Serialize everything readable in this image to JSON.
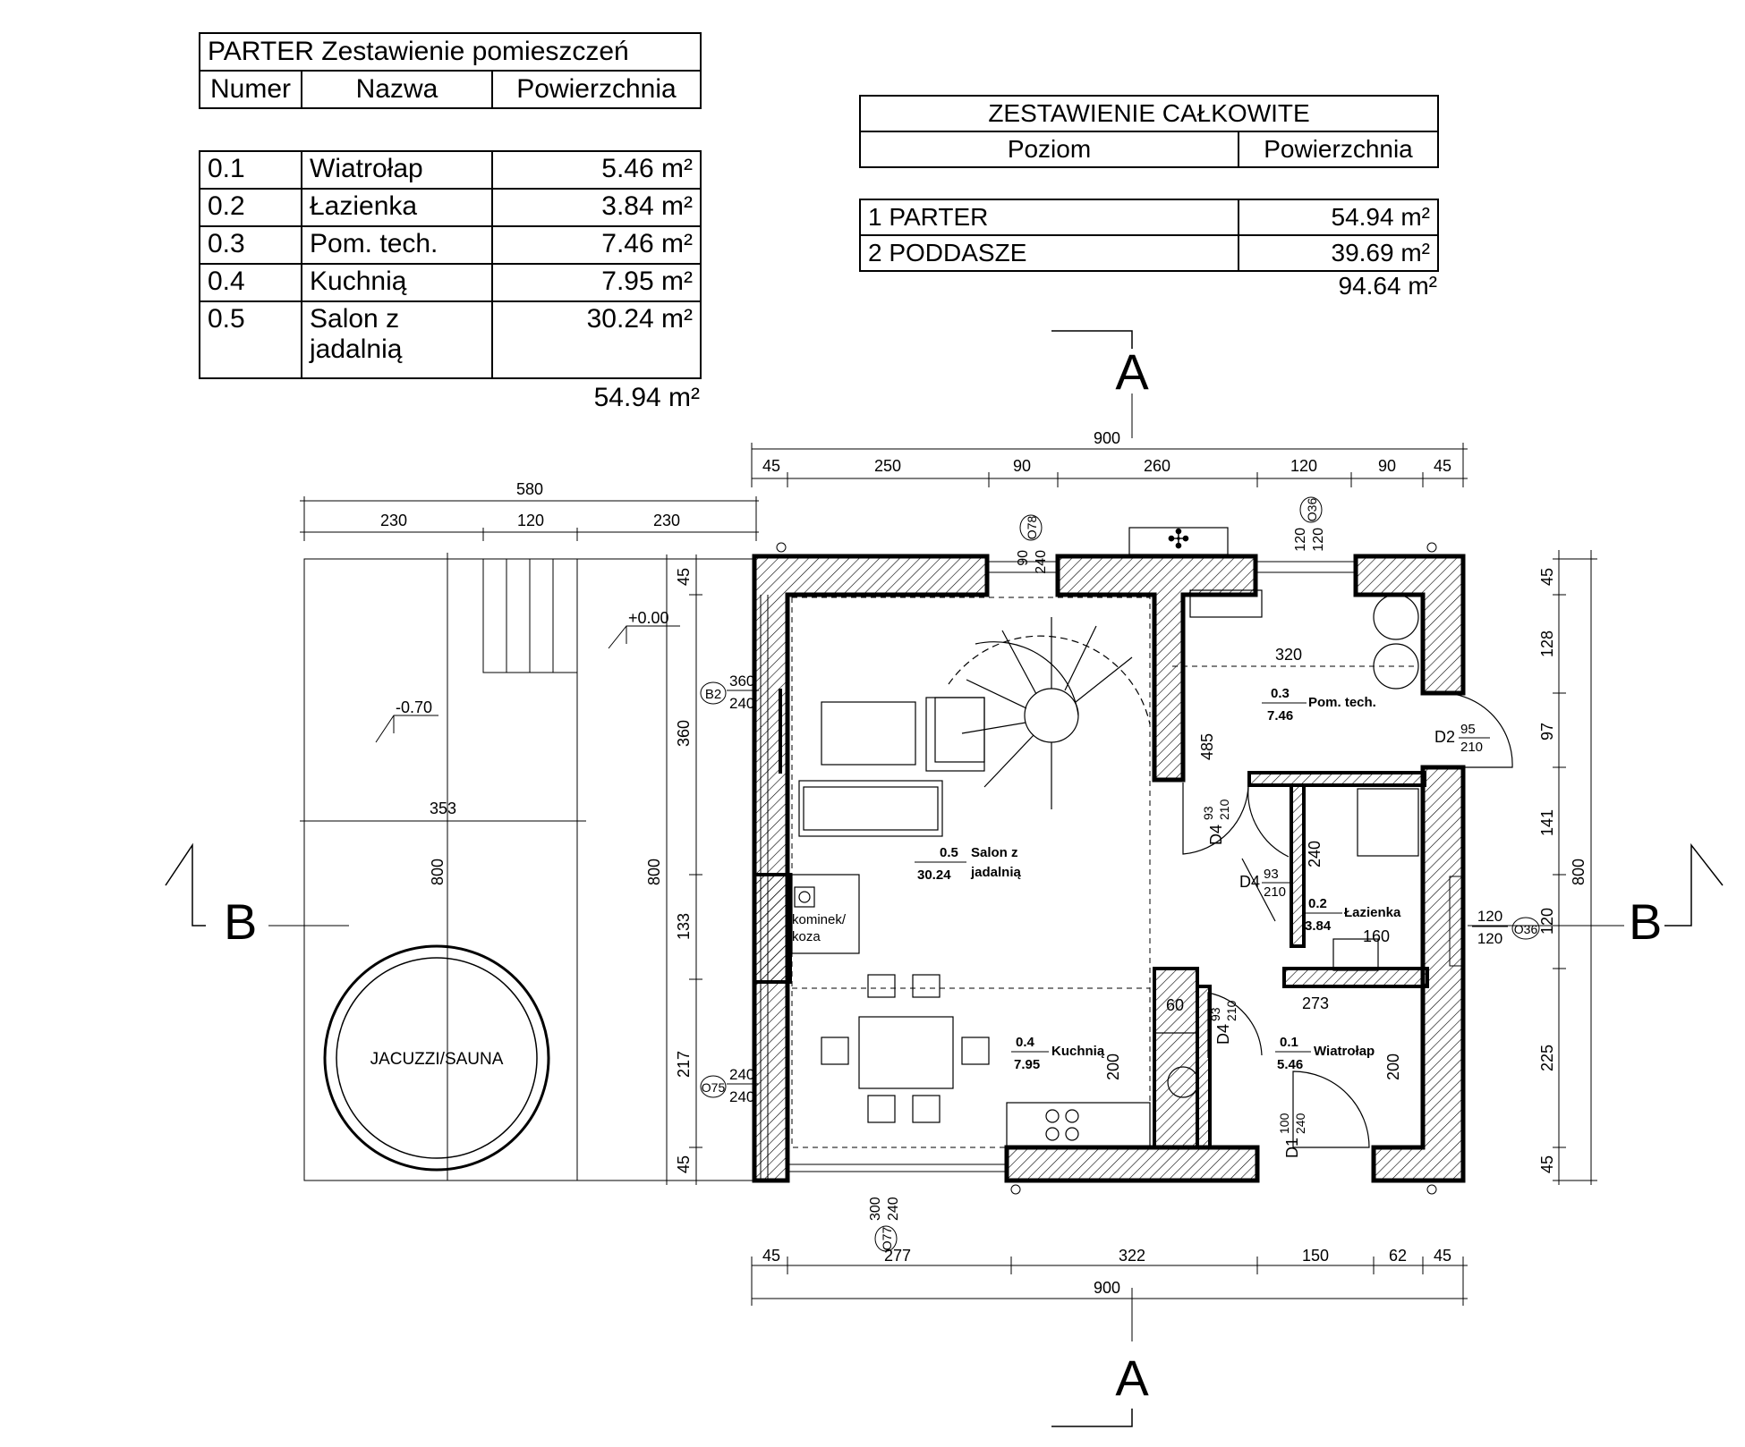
{
  "room_schedule": {
    "title": "PARTER Zestawienie pomieszczeń",
    "headers": [
      "Numer",
      "Nazwa",
      "Powierzchnia"
    ],
    "rows": [
      {
        "num": "0.1",
        "name": "Wiatrołap",
        "area": "5.46 m²"
      },
      {
        "num": "0.2",
        "name": "Łazienka",
        "area": "3.84 m²"
      },
      {
        "num": "0.3",
        "name": "Pom. tech.",
        "area": "7.46 m²"
      },
      {
        "num": "0.4",
        "name": "Kuchnią",
        "area": "7.95 m²"
      },
      {
        "num": "0.5",
        "name": "Salon z jadalnią",
        "area": "30.24 m²"
      }
    ],
    "total": "54.94 m²"
  },
  "total_schedule": {
    "title": "ZESTAWIENIE CAŁKOWITE",
    "headers": [
      "Poziom",
      "Powierzchnia"
    ],
    "rows": [
      {
        "level": "1 PARTER",
        "area": "54.94 m²"
      },
      {
        "level": "2 PODDASZE",
        "area": "39.69 m²"
      }
    ],
    "total": "94.64 m²"
  },
  "section_labels": {
    "a": "A",
    "b": "B"
  },
  "dimensions": {
    "top_total": "900",
    "top_segments": [
      "45",
      "250",
      "90",
      "260",
      "120",
      "90",
      "45"
    ],
    "bottom_segments": [
      "45",
      "277",
      "322",
      "150",
      "62",
      "45"
    ],
    "bottom_total": "900",
    "terrace_total": "580",
    "terrace_segments": [
      "230",
      "120",
      "230"
    ],
    "left_total": "800",
    "left_segments": [
      "45",
      "360",
      "133",
      "217",
      "45"
    ],
    "right_total": "800",
    "right_segments": [
      "45",
      "128",
      "97",
      "141",
      "120",
      "225",
      "45"
    ],
    "terrace_height": "800",
    "terrace_width_inner": "353",
    "inner": [
      "320",
      "485",
      "240",
      "160",
      "273",
      "60",
      "200",
      "200"
    ]
  },
  "levels": {
    "entry": "+0.00",
    "terrace": "-0.70"
  },
  "rooms_on_plan": [
    {
      "num": "0.5",
      "area": "30.24",
      "name1": "Salon z",
      "name2": "jadalnią"
    },
    {
      "num": "0.3",
      "area": "7.46",
      "name1": "Pom. tech.",
      "name2": ""
    },
    {
      "num": "0.2",
      "area": "3.84",
      "name1": "Łazienka",
      "name2": ""
    },
    {
      "num": "0.4",
      "area": "7.95",
      "name1": "Kuchnią",
      "name2": ""
    },
    {
      "num": "0.1",
      "area": "5.46",
      "name1": "Wiatrołap",
      "name2": ""
    }
  ],
  "openings": {
    "B2": {
      "tag": "B2",
      "w": "360",
      "h": "240"
    },
    "O78": {
      "tag": "O78",
      "w": "90",
      "h": "240"
    },
    "O36_top": {
      "tag": "O36",
      "w": "120",
      "h": "120"
    },
    "O36_right": {
      "tag": "O36",
      "w": "120",
      "h": "120"
    },
    "O75": {
      "tag": "O75",
      "w": "240",
      "h": "240"
    },
    "O77": {
      "tag": "O77",
      "w": "300",
      "h": "240"
    },
    "D2": {
      "tag": "D2",
      "w": "95",
      "h": "210"
    },
    "D4a": {
      "tag": "D4",
      "w": "93",
      "h": "210"
    },
    "D4b": {
      "tag": "D4",
      "w": "93",
      "h": "210"
    },
    "D4c": {
      "tag": "D4",
      "w": "93",
      "h": "210"
    },
    "D1": {
      "tag": "D1",
      "w": "100",
      "h": "240"
    }
  },
  "fireplace_label": [
    "kominek/",
    "koza"
  ],
  "jacuzzi_label": "JACUZZI/SAUNA"
}
